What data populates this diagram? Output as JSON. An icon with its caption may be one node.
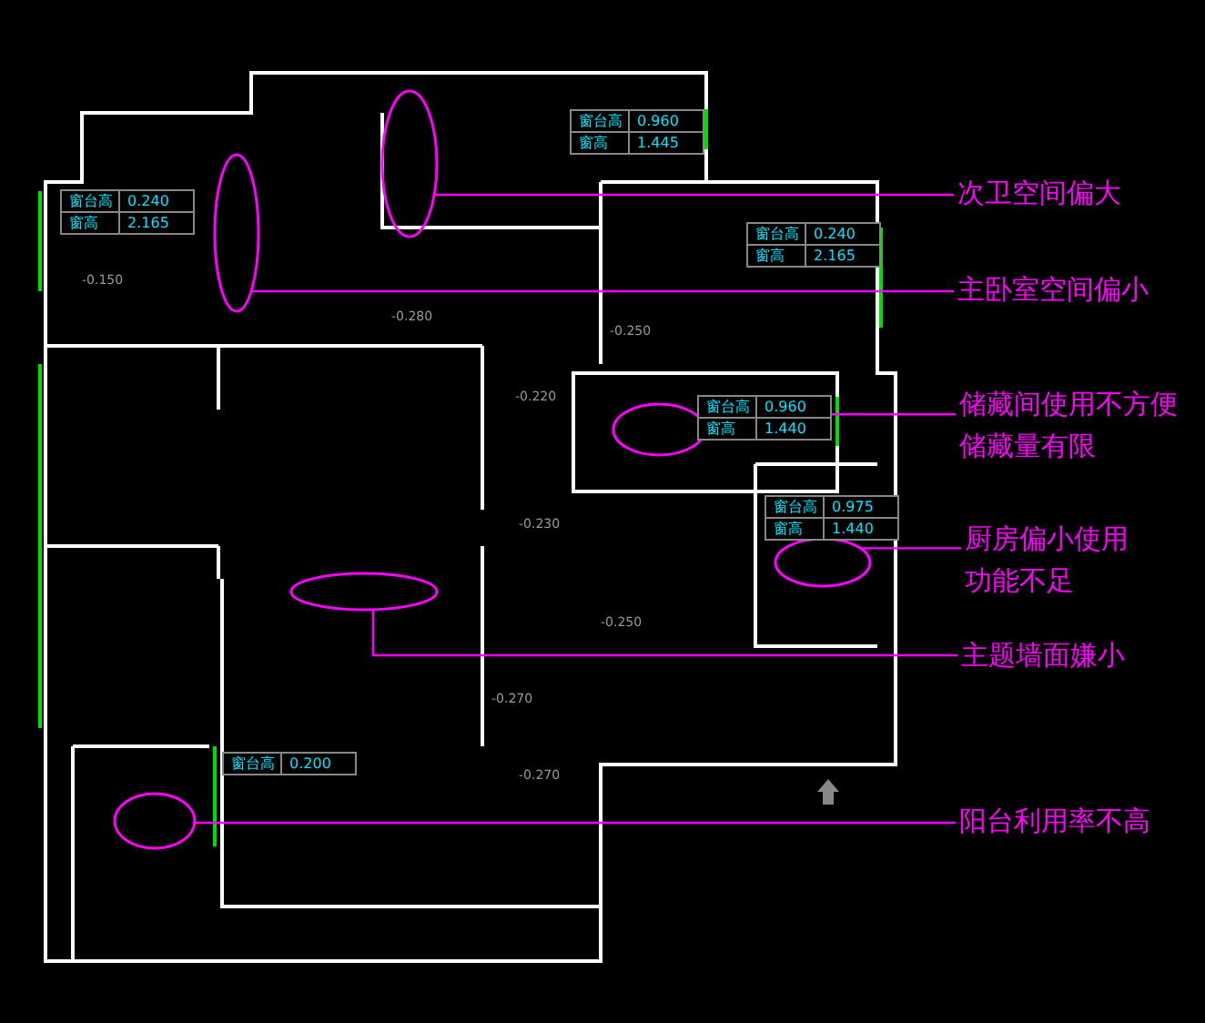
{
  "diagram": {
    "nodes": [
      {
        "text": [
          "次卫空间偏大"
        ]
      },
      {
        "text": [
          "主卧室空间偏小"
        ]
      },
      {
        "text": [
          "储藏间使用不方便储藏量有限"
        ]
      },
      {
        "text": [
          "厨房偏小使用功能不足"
        ]
      },
      {
        "text": [
          "主题墙面嫌小"
        ]
      },
      {
        "text": [
          "阳台利用率不高"
        ]
      },
      {
        "text": [],
        "shape": "ellipse"
      },
      {
        "text": [],
        "shape": "ellipse"
      },
      {
        "text": [],
        "shape": "ellipse"
      },
      {
        "text": [],
        "shape": "ellipse"
      },
      {
        "text": [],
        "shape": "ellipse"
      },
      {
        "text": [],
        "shape": "ellipse"
      }
    ],
    "edges": [
      {
        "from": 0,
        "to": 6,
        "arrow": "none"
      },
      {
        "from": 1,
        "to": 7,
        "arrow": "none"
      },
      {
        "from": 2,
        "to": 8,
        "arrow": "none"
      },
      {
        "from": 3,
        "to": 9,
        "arrow": "none"
      },
      {
        "from": 4,
        "to": 10,
        "arrow": "none"
      },
      {
        "from": 5,
        "to": 11,
        "arrow": "none"
      }
    ],
    "labels": [
      "窗台高",
      "0.240",
      "窗高",
      "2.165",
      "窗台高",
      "0.960",
      "窗高",
      "1.445",
      "窗台高",
      "0.240",
      "窗高",
      "2.165",
      "窗台高",
      "0.960",
      "窗高",
      "1.440",
      "窗台高",
      "0.975",
      "窗高",
      "1.440",
      "窗台高",
      "0.200",
      "-0.150",
      "-0.280",
      "-0.250",
      "-0.220",
      "-0.230",
      "-0.250",
      "-0.270",
      "-0.270"
    ]
  }
}
